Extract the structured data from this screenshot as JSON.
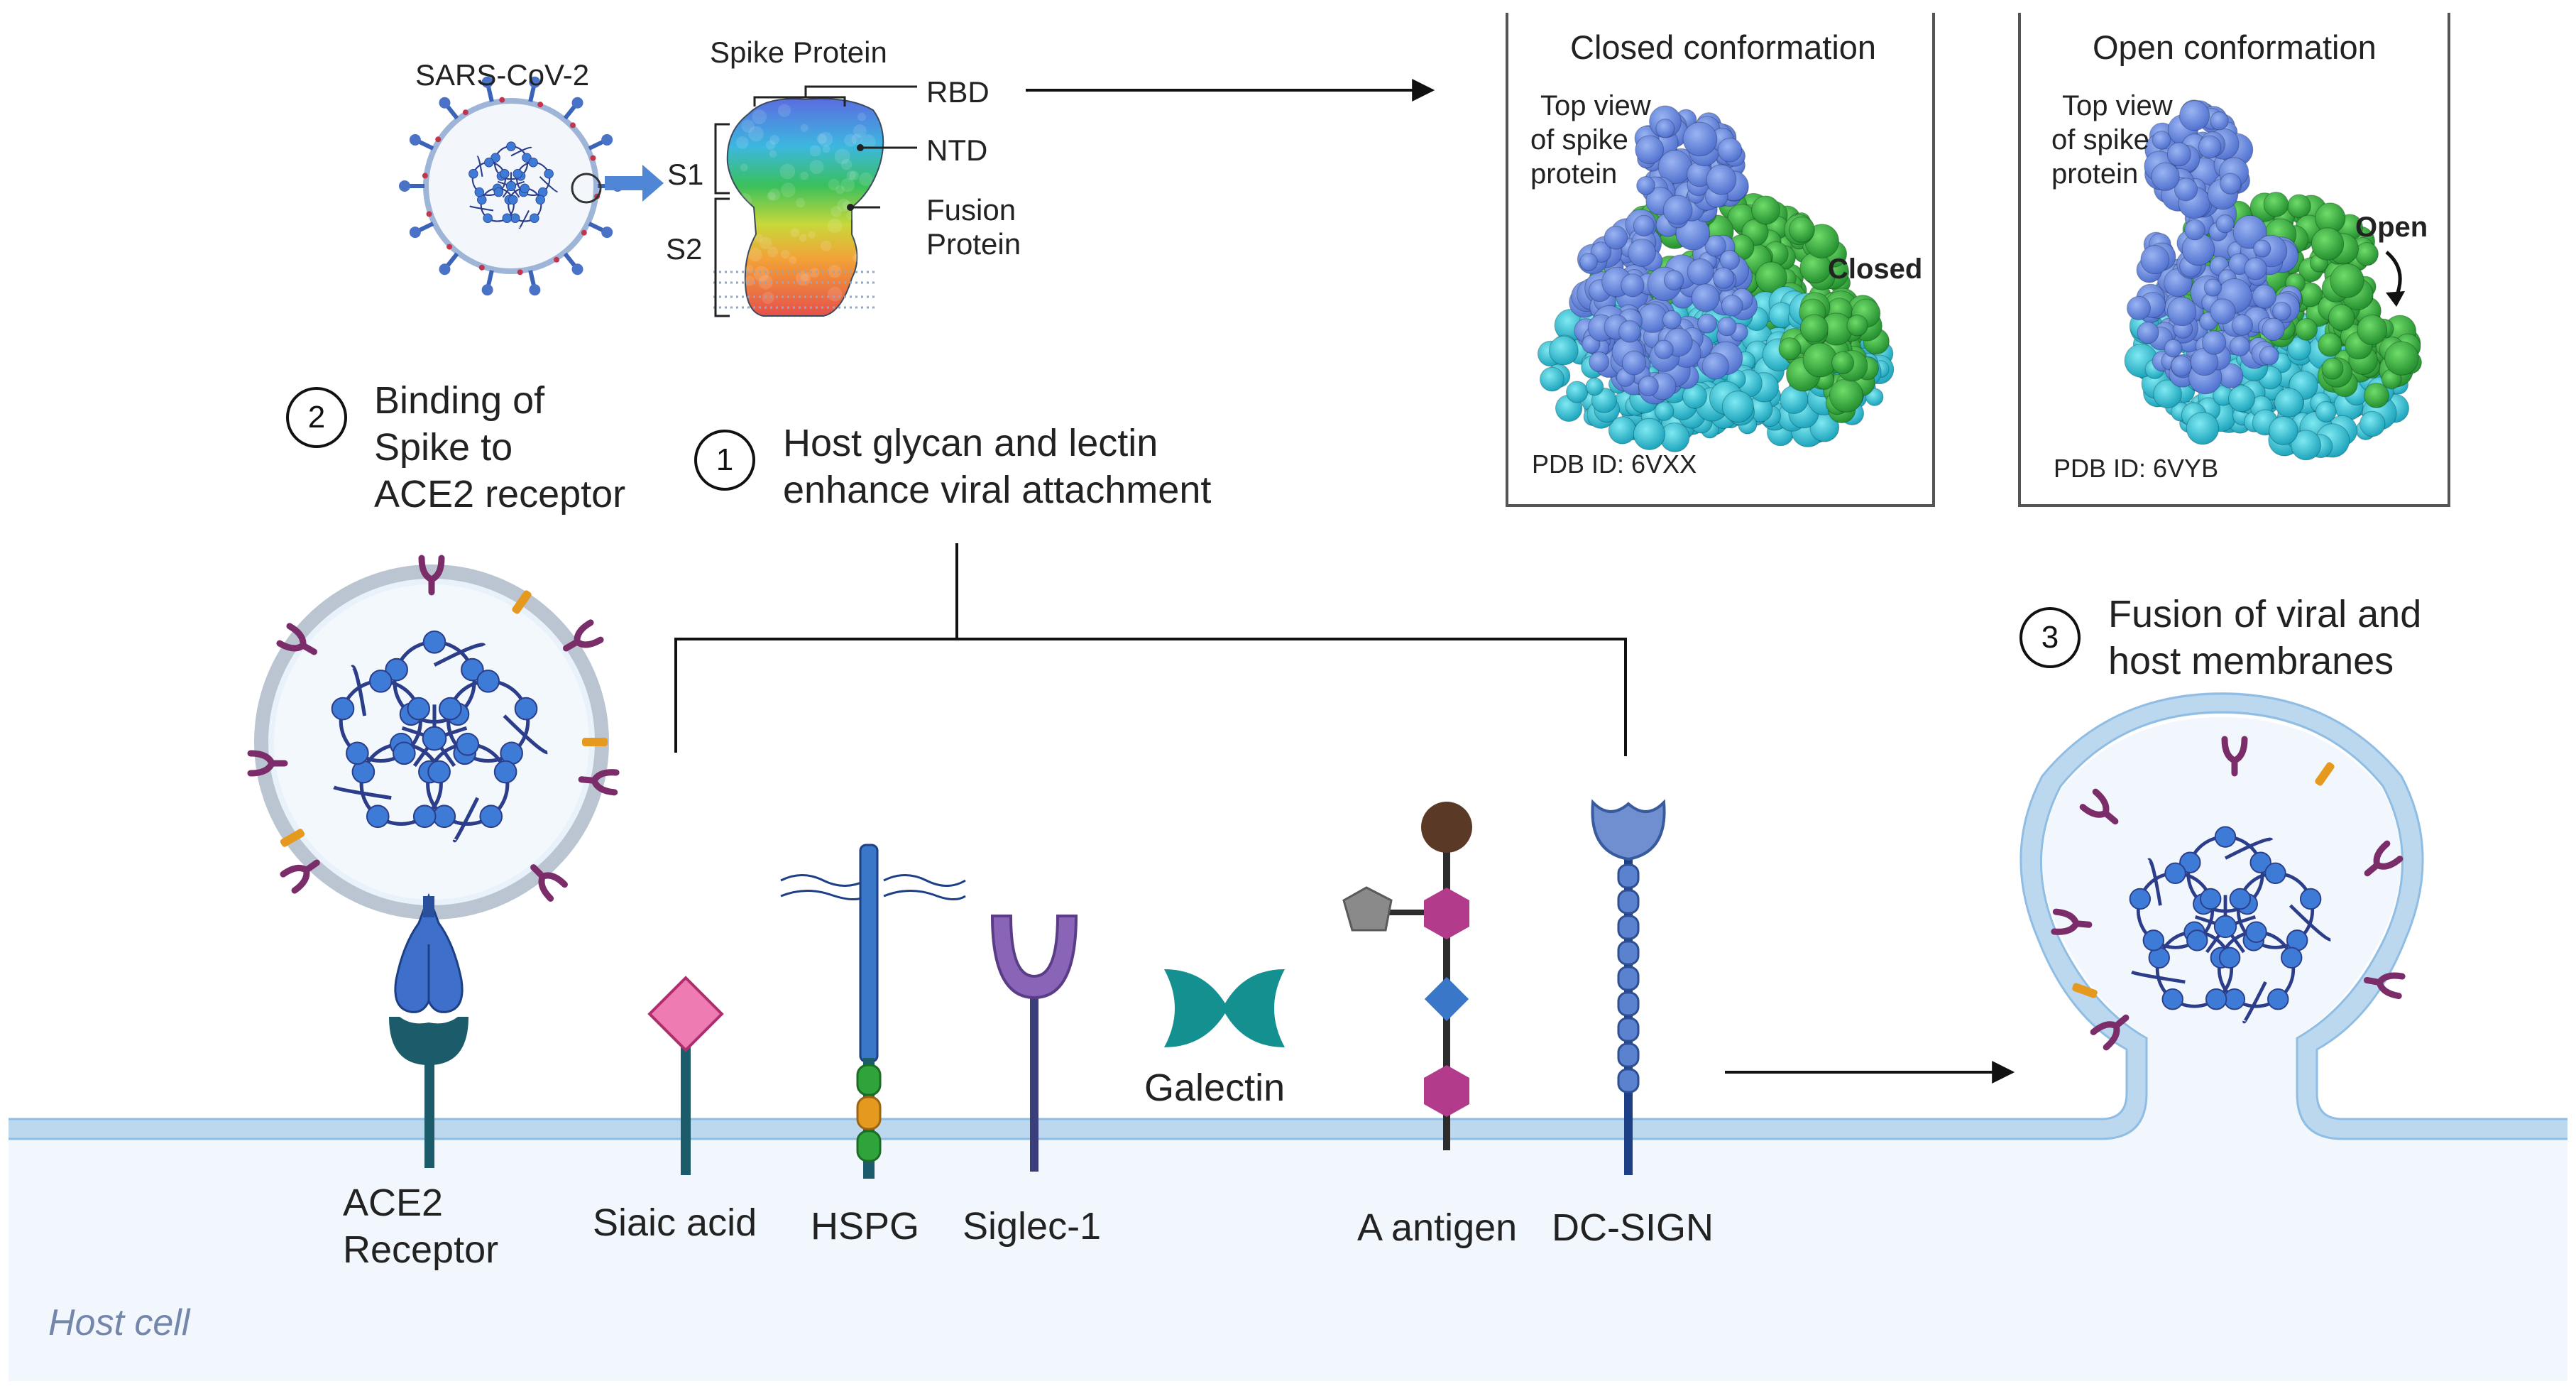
{
  "virus_title": "SARS-CoV-2",
  "spike_title": "Spike Protein",
  "spike_labels": {
    "rbd": "RBD",
    "ntd": "NTD",
    "fusion_line1": "Fusion",
    "fusion_line2": "Protein",
    "s1": "S1",
    "s2": "S2"
  },
  "closed_panel": {
    "title": "Closed conformation",
    "view_line1": "Top view",
    "view_line2": "of spike",
    "view_line3": "protein",
    "state": "Closed",
    "pdb": "PDB ID: 6VXX"
  },
  "open_panel": {
    "title": "Open conformation",
    "view_line1": "Top view",
    "view_line2": "of spike",
    "view_line3": "protein",
    "state": "Open",
    "pdb": "PDB ID: 6VYB"
  },
  "steps": [
    {
      "num": "1",
      "line1": "Host glycan and lectin",
      "line2": "enhance viral attachment"
    },
    {
      "num": "2",
      "line1": "Binding of",
      "line2": "Spike to",
      "line3": "ACE2 receptor"
    },
    {
      "num": "3",
      "line1": "Fusion of viral and",
      "line2": "host membranes"
    }
  ],
  "receptors": {
    "ace2_line1": "ACE2",
    "ace2_line2": "Receptor",
    "siaic": "Siaic acid",
    "hspg": "HSPG",
    "siglec": "Siglec-1",
    "galectin": "Galectin",
    "a_antigen": "A antigen",
    "dcsign": "DC-SIGN"
  },
  "host_cell": "Host cell",
  "colors": {
    "membrane": "#bcd8ef",
    "membrane_line": "#8fbde4",
    "cytoplasm": "#f1f7fc",
    "envelope": "#a9b4c2",
    "rna": "#2c3e8a",
    "rna_node": "#3d7bd6",
    "spike": "#7b2d6a",
    "orange": "#e59a1f",
    "teal": "#1c5b6a",
    "pink": "#ee7cb2",
    "purple": "#7c5ba8",
    "galectin": "#13908f",
    "magenta": "#b23b8c",
    "brown": "#5a3a26",
    "blue_medium": "#3b77c9",
    "green": "#2fa43a",
    "cyan": "#1cb9cf",
    "blue_light": "#5f84d6"
  }
}
